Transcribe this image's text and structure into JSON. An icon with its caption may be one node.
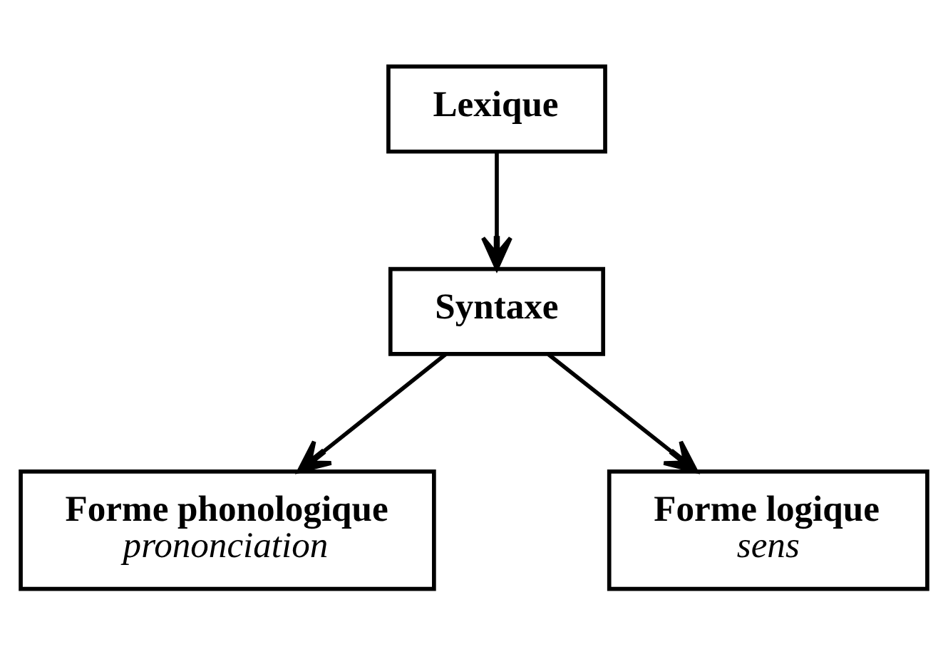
{
  "diagram": {
    "nodes": [
      {
        "text": [
          "Lexique"
        ]
      },
      {
        "text": [
          "Syntaxe"
        ]
      },
      {
        "text": [
          "Forme phonologique",
          "prononciation"
        ]
      },
      {
        "text": [
          "Forme logique",
          "sens"
        ]
      }
    ],
    "edges": [
      {
        "from": 0,
        "to": 1,
        "arrow": "to"
      },
      {
        "from": 1,
        "to": 2,
        "arrow": "to"
      },
      {
        "from": 1,
        "to": 3,
        "arrow": "to"
      }
    ]
  }
}
